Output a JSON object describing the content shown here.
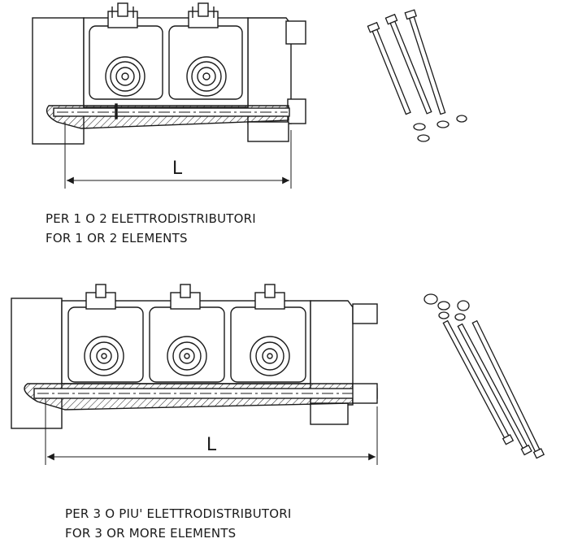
{
  "figures": [
    {
      "dimension_label": "L",
      "caption_it": "PER 1 O 2 ELETTRODISTRIBUTORI",
      "caption_en": "FOR 1 OR 2 ELEMENTS"
    },
    {
      "dimension_label": "L",
      "caption_it": "PER 3 O PIU' ELETTRODISTRIBUTORI",
      "caption_en": "FOR 3 OR MORE ELEMENTS"
    }
  ],
  "colors": {
    "line": "#1a1a1a",
    "fill": "#ffffff"
  }
}
